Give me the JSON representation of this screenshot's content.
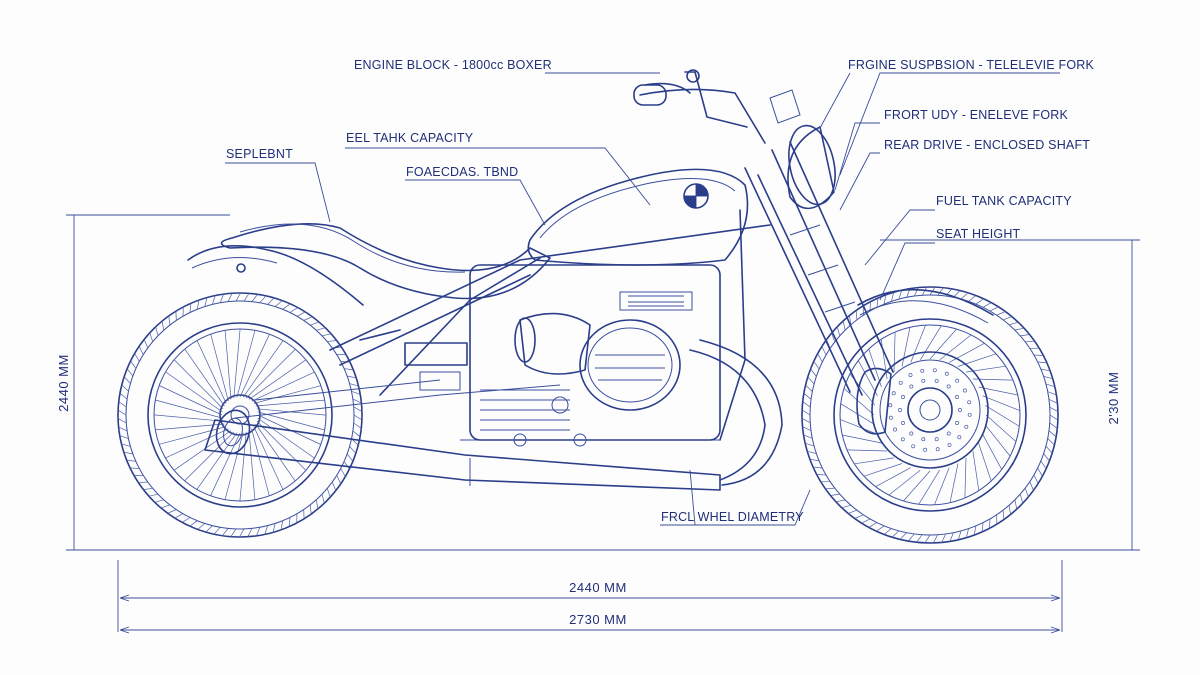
{
  "labels": {
    "engine_block": "ENGINE BLOCK - 1800cc  BOXER",
    "frgine_suspension": "FRGINE SUSPBSION - TELELEVIE FORK",
    "front_udy": "FRORT UDY - ENELEVE FORK",
    "rear_drive": "REAR DRIVE - ENCLOSED SHAFT",
    "eel_tank": "EEL TAHK CAPACITY",
    "sepleebnt": "SEPLEBNT",
    "foaecdas": "FOAECDAS. TBND",
    "fuel_tank": "FUEL TANK CAPACITY",
    "seat_height": "SEAT HEIGHT",
    "frcl_wheel": "FRCL WHEL DIAMETRY"
  },
  "dimensions": {
    "left_height": "2440 MM",
    "right_height": "2'30 MM",
    "wheelbase": "2440 MM",
    "overall_length": "2730 MM"
  },
  "colors": {
    "ink": "#2b3e8a",
    "paper": "#fdfdfe"
  }
}
